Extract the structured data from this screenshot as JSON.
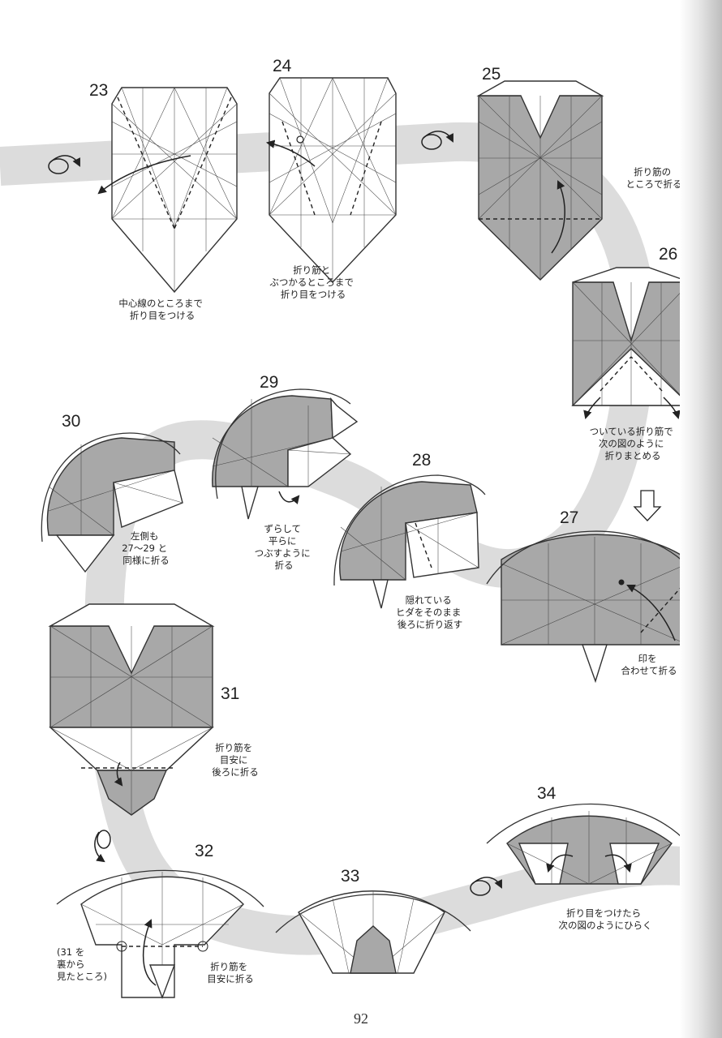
{
  "page_number": "92",
  "steps": [
    {
      "id": "23",
      "caption": [
        "中心線のところまで",
        "折り目をつける"
      ]
    },
    {
      "id": "24",
      "caption": [
        "折り筋と",
        "ぶつかるところまで",
        "折り目をつける"
      ]
    },
    {
      "id": "25",
      "caption": [
        "折り筋の",
        "ところで折る"
      ]
    },
    {
      "id": "26",
      "caption": [
        "ついている折り筋で",
        "次の図のように",
        "折りまとめる"
      ]
    },
    {
      "id": "27",
      "caption": [
        "印を",
        "合わせて折る"
      ]
    },
    {
      "id": "28",
      "caption": [
        "隠れている",
        "ヒダをそのまま",
        "後ろに折り返す"
      ]
    },
    {
      "id": "29",
      "caption": [
        "ずらして",
        "平らに",
        "つぶすように",
        "折る"
      ]
    },
    {
      "id": "30",
      "caption": [
        "左側も",
        "27〜29 と",
        "同様に折る"
      ]
    },
    {
      "id": "31",
      "caption": [
        "折り筋を",
        "目安に",
        "後ろに折る"
      ]
    },
    {
      "id": "32",
      "caption": [
        "折り筋を",
        "目安に折る"
      ],
      "note": [
        "(31 を",
        "裏から",
        "見たところ)"
      ]
    },
    {
      "id": "33",
      "caption": []
    },
    {
      "id": "34",
      "caption": [
        "折り目をつけたら",
        "次の図のようにひらく"
      ]
    }
  ],
  "icons": [
    "turn-over-icon",
    "fold-arrow-icon",
    "push-arrow-icon",
    "next-step-arrow-icon"
  ],
  "colors": {
    "paper_white": "#ffffff",
    "paper_color": "#a8a8a8",
    "guide_band": "#d9d9d9",
    "line": "#333333"
  }
}
